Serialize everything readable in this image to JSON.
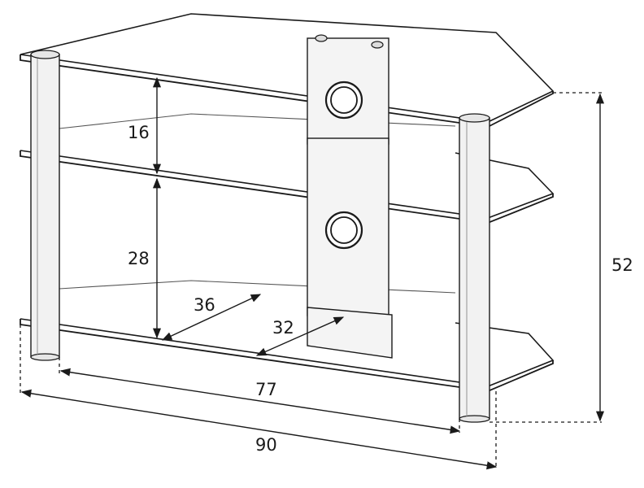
{
  "dimensions": {
    "shelf_gap_top": "16",
    "shelf_gap_middle": "28",
    "depth_outer": "36",
    "depth_inner": "32",
    "width_inner": "77",
    "width_outer": "90",
    "height_total": "52"
  },
  "colors": {
    "line": "#1a1a1a",
    "background": "#ffffff"
  }
}
